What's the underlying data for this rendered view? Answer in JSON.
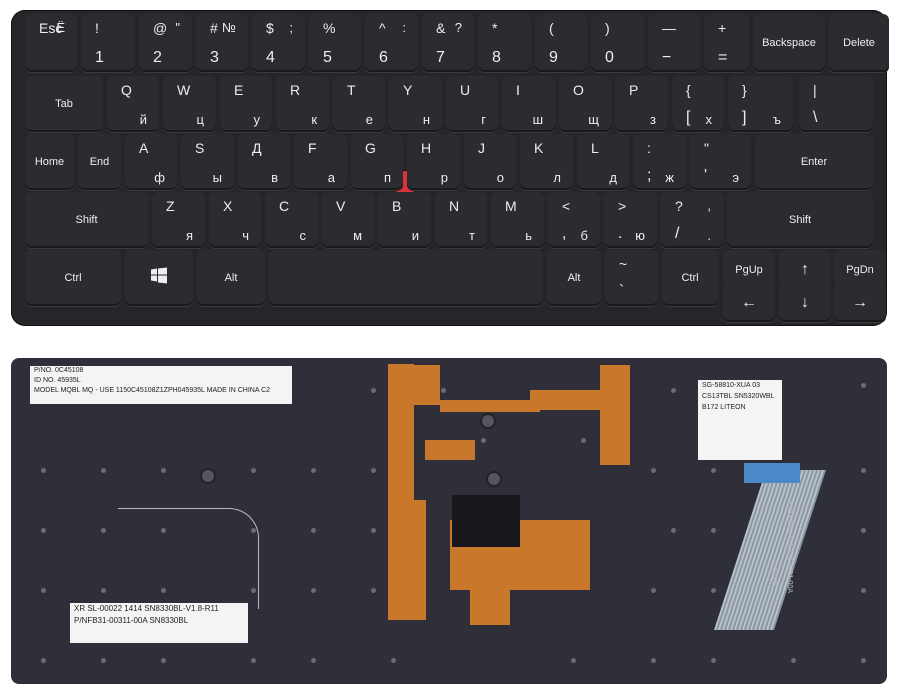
{
  "keyboard": {
    "row1": [
      {
        "tl": "Esc",
        "tr": "Ё"
      },
      {
        "tl": "!",
        "bl": "1"
      },
      {
        "tl": "@",
        "tr": "\"",
        "bl": "2"
      },
      {
        "tl": "#",
        "tr": "№",
        "bl": "3"
      },
      {
        "tl": "$",
        "tr": ";",
        "bl": "4"
      },
      {
        "tl": "%",
        "bl": "5"
      },
      {
        "tl": "^",
        "tr": ":",
        "bl": "6"
      },
      {
        "tl": "&",
        "tr": "?",
        "bl": "7"
      },
      {
        "tl": "*",
        "bl": "8"
      },
      {
        "tl": "(",
        "bl": "9"
      },
      {
        "tl": ")",
        "bl": "0"
      },
      {
        "tl": "—",
        "bl": "−"
      },
      {
        "tl": "+",
        "bl": "="
      },
      {
        "ctr": "Backspace"
      },
      {
        "ctr": "Delete"
      }
    ],
    "row2": [
      {
        "ctr": "Tab"
      },
      {
        "tl": "Q",
        "br": "й"
      },
      {
        "tl": "W",
        "br": "ц"
      },
      {
        "tl": "E",
        "br": "у"
      },
      {
        "tl": "R",
        "br": "к"
      },
      {
        "tl": "T",
        "br": "е"
      },
      {
        "tl": "Y",
        "br": "н"
      },
      {
        "tl": "U",
        "br": "г"
      },
      {
        "tl": "I",
        "br": "ш"
      },
      {
        "tl": "O",
        "br": "щ"
      },
      {
        "tl": "P",
        "br": "з"
      },
      {
        "tl": "{",
        "bl": "[",
        "tr": "",
        "br": "х"
      },
      {
        "tl": "}",
        "bl": "]",
        "br": "ъ"
      },
      {
        "tl": "|",
        "bl": "\\"
      }
    ],
    "row3": [
      {
        "ctr": "Home"
      },
      {
        "ctr": "End"
      },
      {
        "tl": "A",
        "br": "ф"
      },
      {
        "tl": "S",
        "br": "ы"
      },
      {
        "tl": "Д",
        "br": "в"
      },
      {
        "tl": "F",
        "br": "а"
      },
      {
        "tl": "G",
        "br": "п"
      },
      {
        "tl": "H",
        "br": "р"
      },
      {
        "tl": "J",
        "br": "о"
      },
      {
        "tl": "K",
        "br": "л"
      },
      {
        "tl": "L",
        "br": "д"
      },
      {
        "tl": ":",
        "bl": ";",
        "br": "ж"
      },
      {
        "tl": "\"",
        "bl": "'",
        "br": "э"
      },
      {
        "ctr": "Enter"
      }
    ],
    "row4": [
      {
        "ctr": "Shift"
      },
      {
        "tl": "Z",
        "br": "я"
      },
      {
        "tl": "X",
        "br": "ч"
      },
      {
        "tl": "C",
        "br": "с"
      },
      {
        "tl": "V",
        "br": "м"
      },
      {
        "tl": "B",
        "br": "и"
      },
      {
        "tl": "N",
        "br": "т"
      },
      {
        "tl": "M",
        "br": "ь"
      },
      {
        "tl": "<",
        "bl": ",",
        "br": "б"
      },
      {
        "tl": ">",
        "bl": ".",
        "br": "ю"
      },
      {
        "tl": "?",
        "bl": "/",
        "tr": ",",
        "br": "."
      },
      {
        "ctr": "Shift"
      }
    ],
    "row5": [
      {
        "ctr": "Ctrl"
      },
      {
        "icon": "windows"
      },
      {
        "ctr": "Alt"
      },
      {
        "ctr": ""
      },
      {
        "ctr": "Alt"
      },
      {
        "tl": "~",
        "bl": "`"
      },
      {
        "ctr": "Ctrl"
      },
      {
        "ctr": "PgUp"
      },
      {
        "ctr": "↑"
      },
      {
        "ctr": "PgDn"
      }
    ],
    "row6": [
      {
        "ctr": "←"
      },
      {
        "ctr": "↓"
      },
      {
        "ctr": "→"
      }
    ]
  },
  "back": {
    "label1": [
      "P/NO.  0C45108",
      "ID NO. 45935L",
      "MODEL MQBL  MQ - USE   1150C45108Z1ZPH045935L           MADE IN CHINA    C2"
    ],
    "label2": [
      "SG-58810-XUA        03",
      "CS13TBL  SN5320WBL",
      "B172               LITEON"
    ],
    "label3": [
      "XR SL-00022 1414 SN8330BL-V1.8-R11",
      "P/NFB31-00311-00A SN8330BL"
    ],
    "cable_text": [
      "SN8330BL-US B92-4461-00A",
      "130-005"
    ]
  }
}
